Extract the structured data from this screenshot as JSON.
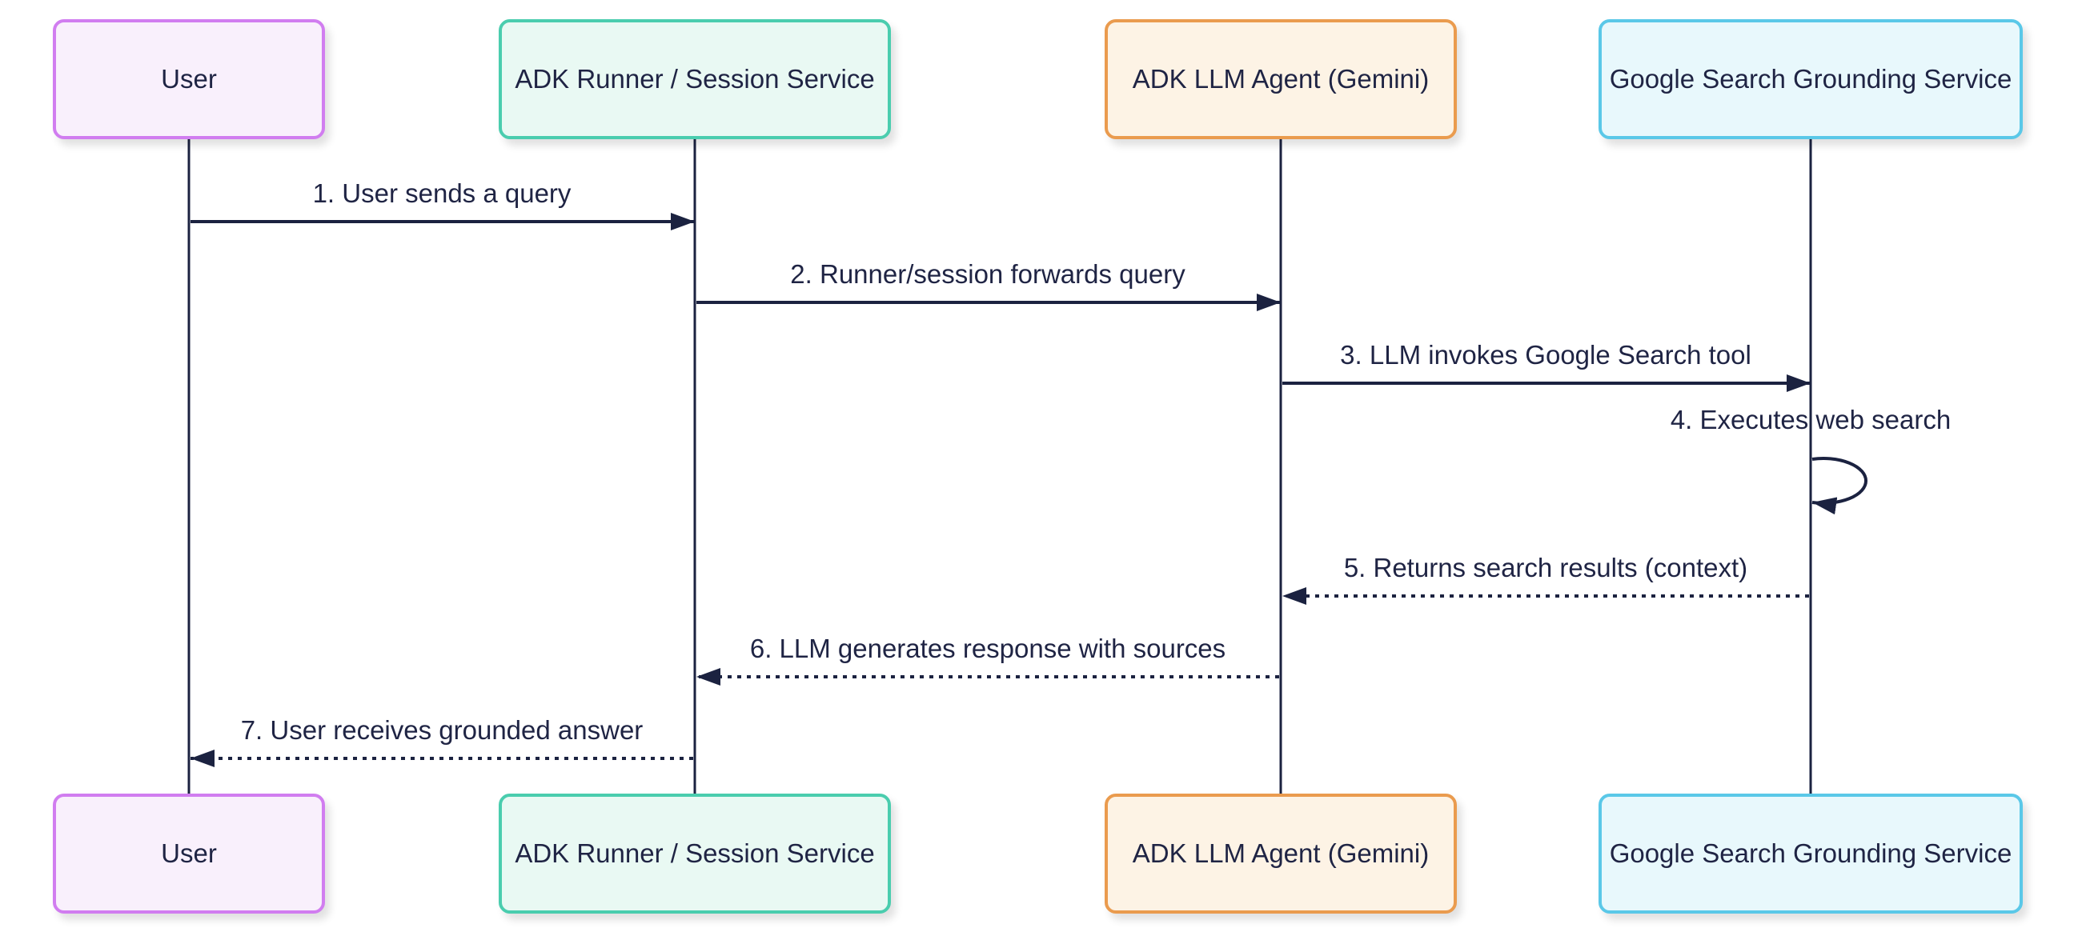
{
  "diagram": {
    "type": "sequence-diagram",
    "colors": {
      "background": "#ffffff",
      "line": "#1b2240",
      "text": "#1f2444"
    },
    "actors": [
      {
        "id": "user",
        "label": "User",
        "fill": "#f9f0fc",
        "border": "#d17df0"
      },
      {
        "id": "runner",
        "label": "ADK Runner / Session Service",
        "fill": "#e9f9f3",
        "border": "#4acdae"
      },
      {
        "id": "llm",
        "label": "ADK LLM Agent (Gemini)",
        "fill": "#fdf3e5",
        "border": "#ea9b4e"
      },
      {
        "id": "google",
        "label": "Google Search Grounding Service",
        "fill": "#e8f8fc",
        "border": "#5ac8e8"
      }
    ],
    "messages": [
      {
        "num": 1,
        "label": "1. User sends a query",
        "from": "user",
        "to": "runner",
        "line": "solid",
        "direction": "right"
      },
      {
        "num": 2,
        "label": "2. Runner/session forwards query",
        "from": "runner",
        "to": "llm",
        "line": "solid",
        "direction": "right"
      },
      {
        "num": 3,
        "label": "3. LLM invokes Google Search tool",
        "from": "llm",
        "to": "google",
        "line": "solid",
        "direction": "right"
      },
      {
        "num": 4,
        "label": "4. Executes web search",
        "from": "google",
        "to": "google",
        "line": "solid",
        "direction": "self"
      },
      {
        "num": 5,
        "label": "5. Returns search results (context)",
        "from": "google",
        "to": "llm",
        "line": "dotted",
        "direction": "left"
      },
      {
        "num": 6,
        "label": "6. LLM generates response with sources",
        "from": "llm",
        "to": "runner",
        "line": "dotted",
        "direction": "left"
      },
      {
        "num": 7,
        "label": "7. User receives grounded answer",
        "from": "runner",
        "to": "user",
        "line": "dotted",
        "direction": "left"
      }
    ]
  }
}
